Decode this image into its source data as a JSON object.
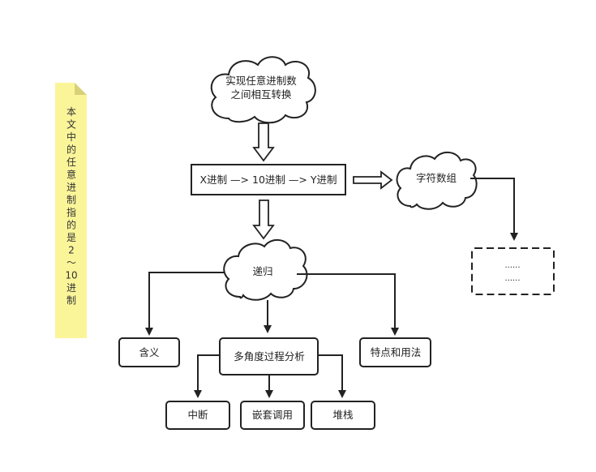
{
  "note": {
    "lines": [
      "本",
      "文",
      "中",
      "的",
      "任",
      "意",
      "进",
      "制",
      "指",
      "的",
      "是",
      "2",
      "～",
      "10",
      "进",
      "制"
    ],
    "color": "#fbf59a"
  },
  "nodes": {
    "top_cloud": [
      "实现任意进制数",
      "之间相互转换"
    ],
    "conversion": "X进制 —> 10进制 —> Y进制",
    "char_array": "字符数组",
    "dots": [
      "......",
      "......"
    ],
    "recursion": "递归",
    "meaning": "含义",
    "multi_angle": "多角度过程分析",
    "features": "特点和用法",
    "interrupt": "中断",
    "nested_call": "嵌套调用",
    "stack": "堆栈"
  }
}
